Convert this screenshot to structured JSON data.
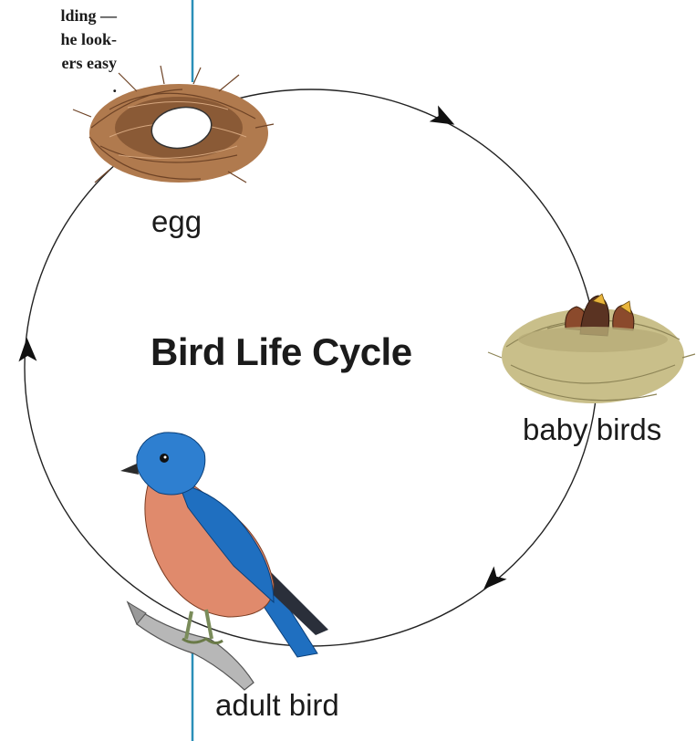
{
  "side_text": {
    "lines": [
      "lding —",
      "he look-",
      "ers easy",
      "."
    ]
  },
  "diagram": {
    "title": "Bird Life Cycle",
    "stages": {
      "egg": "egg",
      "baby_birds": "baby birds",
      "adult_bird": "adult bird"
    }
  },
  "colors": {
    "gutter_line": "#2a8fb8",
    "cycle_line": "#222222",
    "nest_straw": "#b07a4e",
    "bird_blue": "#1f6fc0",
    "bird_breast": "#e08a6c"
  }
}
